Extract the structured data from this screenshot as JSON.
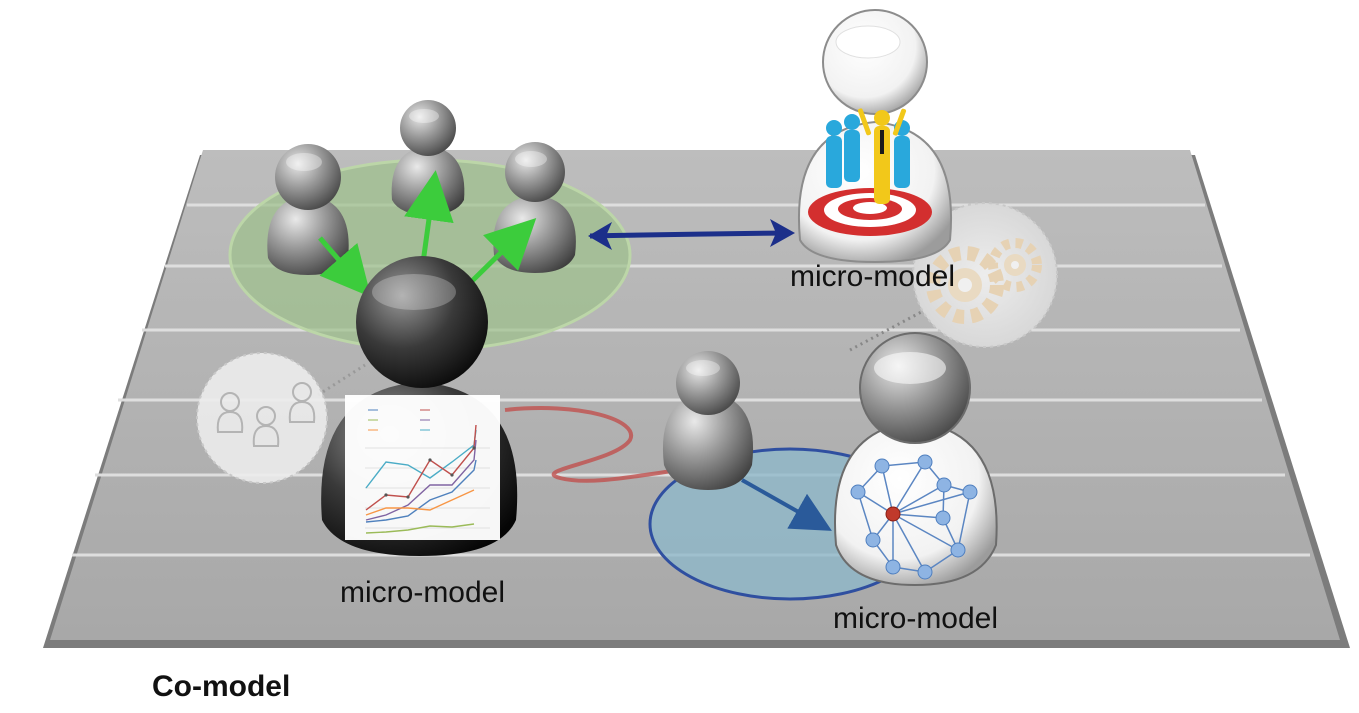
{
  "title": "Co-model",
  "labels": {
    "top_right": "micro-model",
    "bottom_left": "micro-model",
    "bottom_right": "micro-model"
  },
  "colors": {
    "board": "#b4b4b4",
    "board_lines": "#dcdcdc",
    "green_zone": "#9cc08a",
    "blue_zone": "#8fb8c9",
    "green_arrows": "#3ccc3c",
    "blue_arrow": "#1c2f8a",
    "red_link": "#c0504d",
    "network_node": "#8eb4e3",
    "network_center": "#c0392b"
  },
  "icons": [
    "person-figure-icon",
    "person-figure-dark-icon",
    "team-target-icon",
    "gears-icon",
    "group-outline-icon",
    "line-chart-icon",
    "network-graph-icon"
  ]
}
